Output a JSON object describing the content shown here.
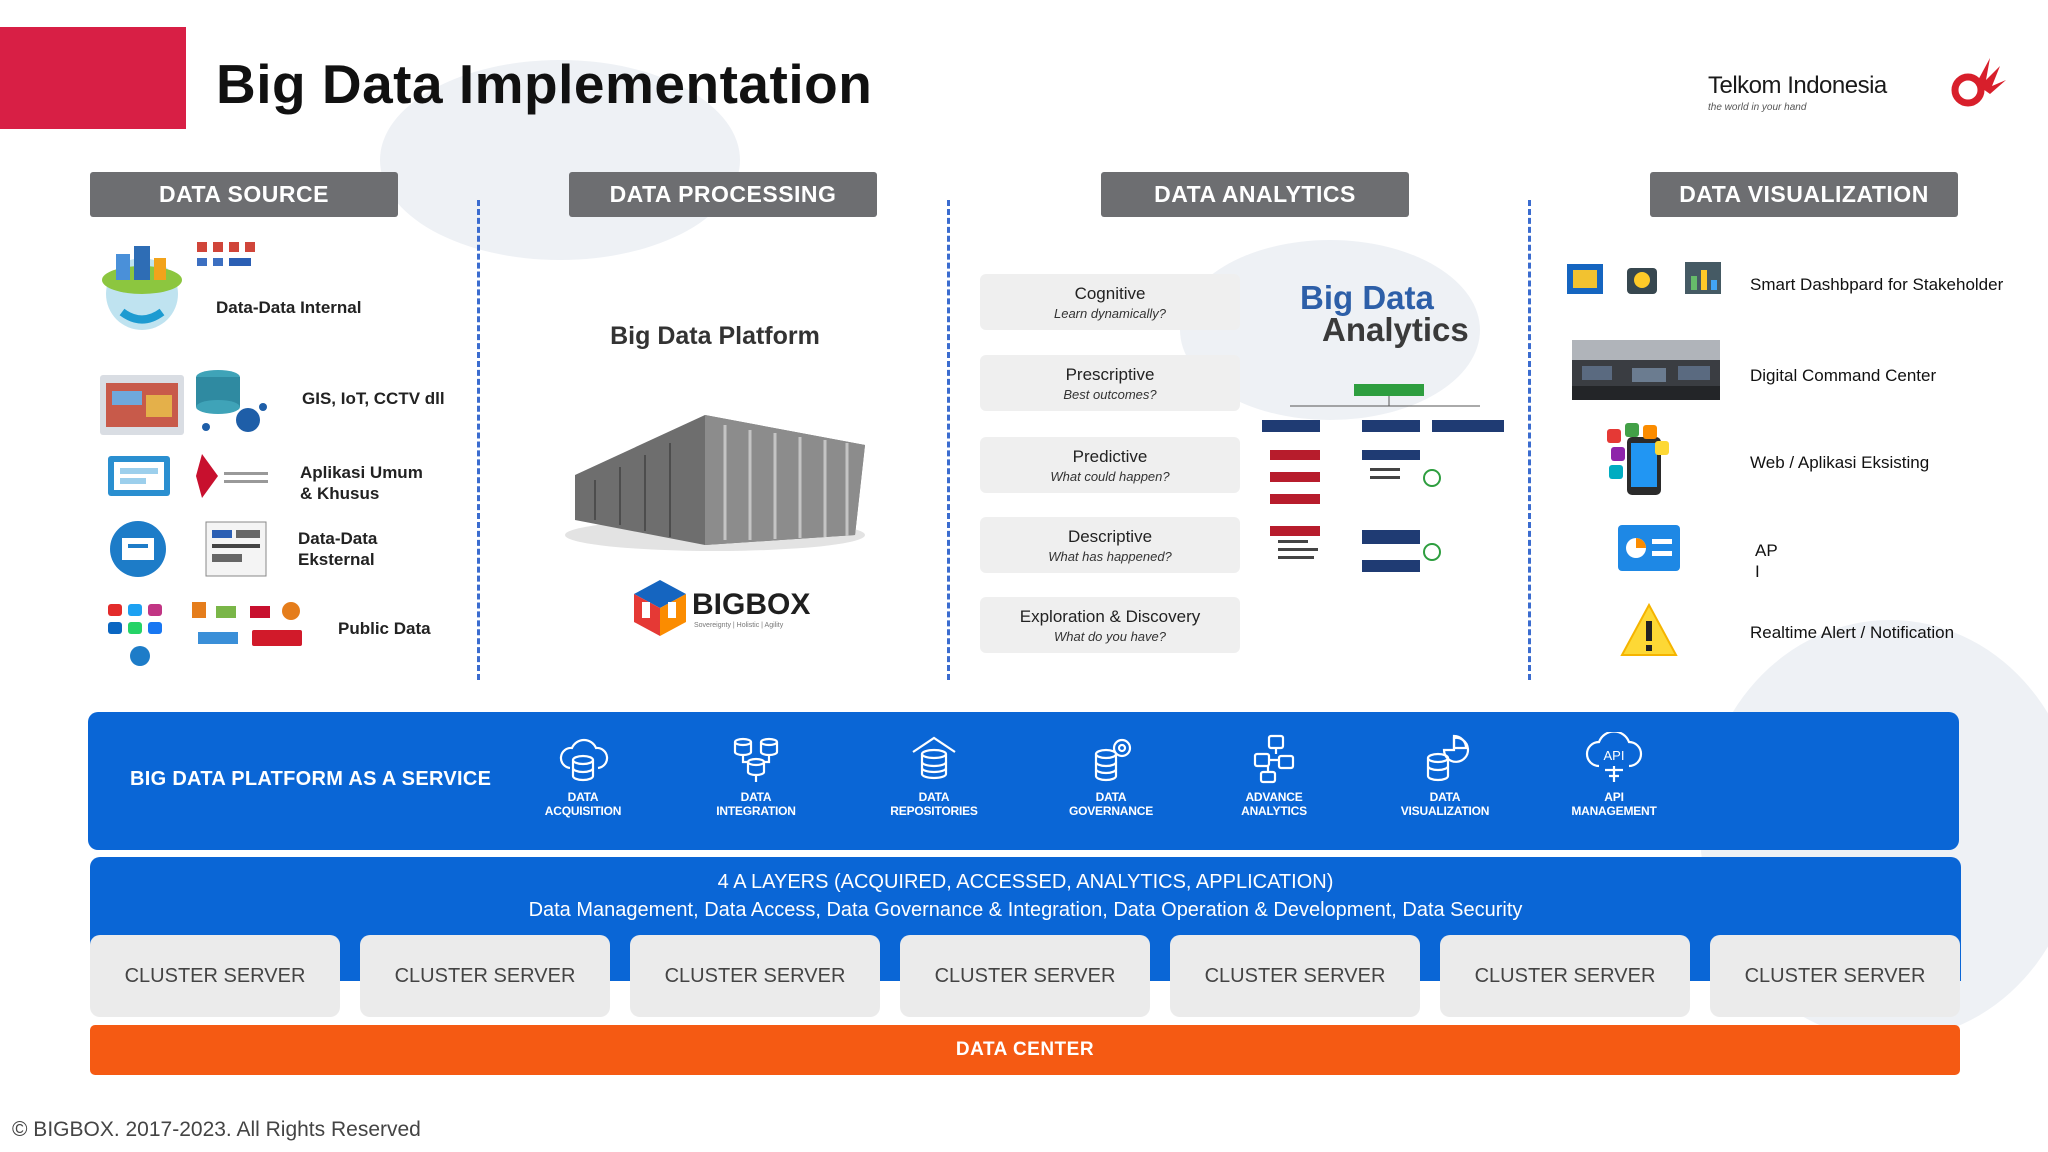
{
  "header": {
    "title": "Big Data Implementation",
    "brand_name": "Telkom Indonesia",
    "brand_tagline": "the world in your hand"
  },
  "sections": {
    "source": "DATA SOURCE",
    "processing": "DATA PROCESSING",
    "analytics": "DATA ANALYTICS",
    "visualization": "DATA VISUALIZATION"
  },
  "data_source": {
    "items": [
      {
        "label": "Data-Data Internal"
      },
      {
        "label": "GIS, IoT, CCTV dll"
      },
      {
        "label": "Aplikasi Umum\n& Khusus"
      },
      {
        "label": "Data-Data\nEksternal"
      },
      {
        "label": "Public Data"
      }
    ]
  },
  "processing": {
    "platform_title": "Big Data Platform",
    "logo_text": "BIGBOX",
    "logo_sub": "Sovereignty | Holistic | Agility"
  },
  "analytics": {
    "cards": [
      {
        "title": "Cognitive",
        "sub": "Learn dynamically?"
      },
      {
        "title": "Prescriptive",
        "sub": "Best outcomes?"
      },
      {
        "title": "Predictive",
        "sub": "What could happen?"
      },
      {
        "title": "Descriptive",
        "sub": "What has happened?"
      },
      {
        "title": "Exploration & Discovery",
        "sub": "What do you have?"
      }
    ],
    "bda_line1": "Big Data",
    "bda_line2": "Analytics"
  },
  "visualization": {
    "items": [
      {
        "label": "Smart Dashbpard for Stakeholder"
      },
      {
        "label": "Digital Command Center"
      },
      {
        "label": "Web / Aplikasi Eksisting"
      },
      {
        "label": "AP\nI"
      },
      {
        "label": "Realtime Alert / Notification"
      }
    ]
  },
  "paas": {
    "label": "BIG DATA PLATFORM AS A SERVICE",
    "services": [
      {
        "label": "DATA\nACQUISITION",
        "icon": "cloud-database-icon"
      },
      {
        "label": "DATA\nINTEGRATION",
        "icon": "integration-icon"
      },
      {
        "label": "DATA\nREPOSITORIES",
        "icon": "repository-icon"
      },
      {
        "label": "DATA\nGOVERNANCE",
        "icon": "governance-icon"
      },
      {
        "label": "ADVANCE\nANALYTICS",
        "icon": "analytics-icon"
      },
      {
        "label": "DATA\nVISUALIZATION",
        "icon": "visualization-icon"
      },
      {
        "label": "API\nMANAGEMENT",
        "icon": "api-icon"
      }
    ]
  },
  "layers": {
    "line1": "4 A LAYERS (ACQUIRED, ACCESSED, ANALYTICS, APPLICATION)",
    "line2": "Data Management, Data Access, Data Governance & Integration, Data Operation & Development,  Data Security"
  },
  "clusters": [
    "CLUSTER SERVER",
    "CLUSTER SERVER",
    "CLUSTER SERVER",
    "CLUSTER SERVER",
    "CLUSTER SERVER",
    "CLUSTER SERVER",
    "CLUSTER SERVER"
  ],
  "datacenter": "DATA CENTER",
  "copyright": "© BIGBOX. 2017-2023. All Rights Reserved",
  "colors": {
    "accent_red": "#d81f45",
    "section_grey": "#6d6e71",
    "paas_blue": "#0a66d6",
    "datacenter_orange": "#f55a13"
  }
}
